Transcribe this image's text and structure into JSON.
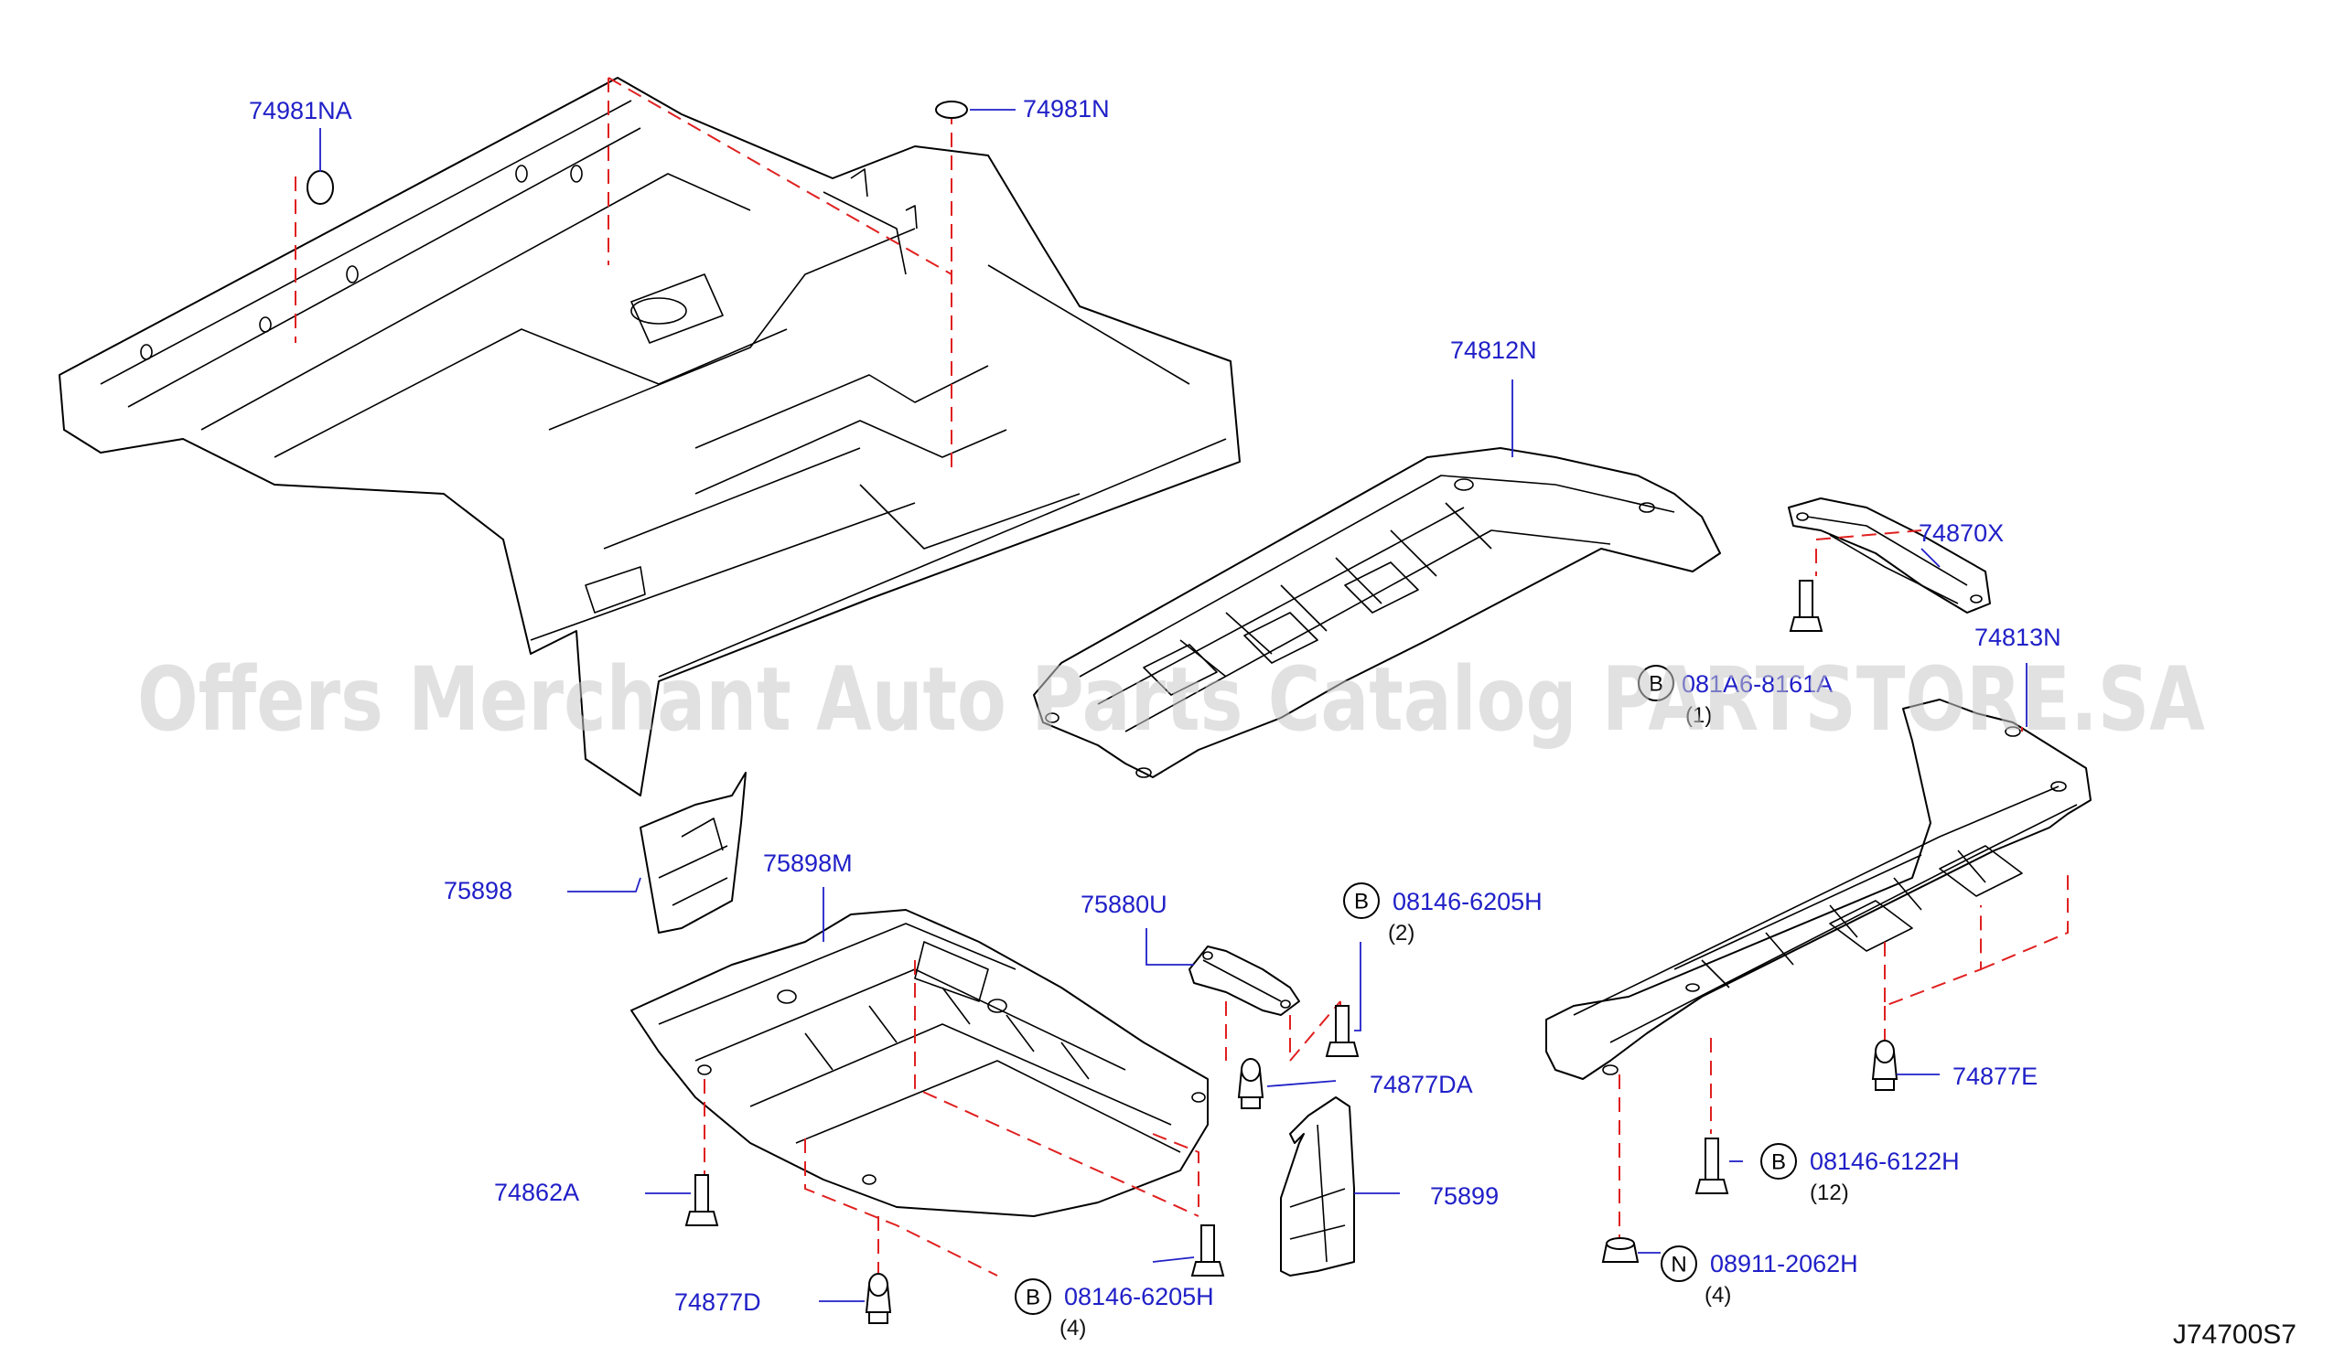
{
  "diagram_code": "J74700S7",
  "watermark": "Offers Merchant Auto Parts Catalog PARTSTORE.SA",
  "callouts": {
    "p74981NA": "74981NA",
    "p74981N": "74981N",
    "p74812N": "74812N",
    "p74870X": "74870X",
    "p74813N": "74813N",
    "p75898": "75898",
    "p75898M": "75898M",
    "p75880U": "75880U",
    "p74877DA": "74877DA",
    "p75899": "75899",
    "p74877E": "74877E",
    "p74862A": "74862A",
    "p74877D": "74877D"
  },
  "fasteners": {
    "b_top": {
      "symbol": "B",
      "part": "081A6-8161A",
      "qty": "(1)"
    },
    "b_mid": {
      "symbol": "B",
      "part": "08146-6205H",
      "qty": "(2)"
    },
    "b_bottom": {
      "symbol": "B",
      "part": "08146-6205H",
      "qty": "(4)"
    },
    "b_right": {
      "symbol": "B",
      "part": "08146-6122H",
      "qty": "(12)"
    },
    "n_right": {
      "symbol": "N",
      "part": "08911-2062H",
      "qty": "(4)"
    }
  },
  "colors": {
    "part_number": "#2020c8",
    "dashed_guide": "#e02020",
    "outline": "#000000",
    "watermark": "#c8c8c8"
  }
}
